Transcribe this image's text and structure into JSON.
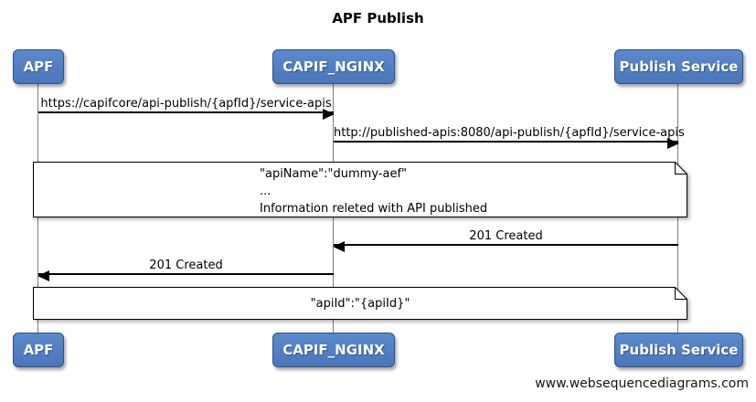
{
  "title": "APF Publish",
  "watermark": "www.websequencediagrams.com",
  "actors": [
    {
      "name": "APF"
    },
    {
      "name": "CAPIF_NGINX"
    },
    {
      "name": "Publish Service"
    }
  ],
  "messages": [
    {
      "from": "APF",
      "to": "CAPIF_NGINX",
      "direction": "right",
      "label": "https://capifcore/api-publish/{apfId}/service-apis"
    },
    {
      "from": "CAPIF_NGINX",
      "to": "Publish Service",
      "direction": "right",
      "label": "http://published-apis:8080/api-publish/{apfId}/service-apis"
    },
    {
      "from": "Publish Service",
      "to": "CAPIF_NGINX",
      "direction": "left",
      "label": "201 Created"
    },
    {
      "from": "CAPIF_NGINX",
      "to": "APF",
      "direction": "left",
      "label": "201 Created"
    }
  ],
  "notes": [
    {
      "span": "APF,CAPIF_NGINX,Publish Service",
      "lines": [
        "\"apiName\":\"dummy-aef\"",
        "...",
        "Information releted with API published"
      ]
    },
    {
      "span": "APF,CAPIF_NGINX,Publish Service",
      "lines": [
        "\"apiId\":\"{apiId}\""
      ]
    }
  ],
  "colors": {
    "actor_fill": "#4e7cbe",
    "actor_border": "#2e5284",
    "actor_text": "#ffffff",
    "lifeline": "#7f7f7f",
    "arrow": "#000000",
    "note_bg": "#ffffff",
    "note_border": "#000000",
    "background": "#ffffff"
  }
}
